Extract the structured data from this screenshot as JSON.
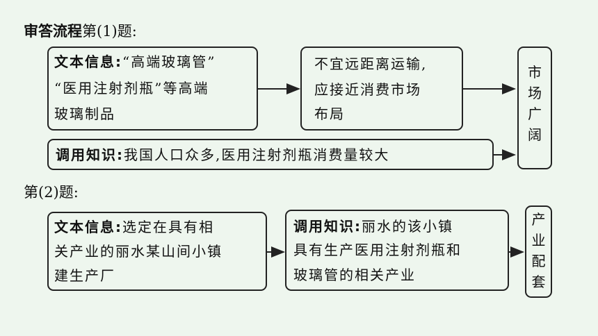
{
  "heading1": {
    "bold": "审答流程",
    "rest": "第(1)题:"
  },
  "heading2": "第(2)题:",
  "q1": {
    "box_a": {
      "label": "文本信息:",
      "line1": "“高端玻璃管”",
      "line2": "“医用注射剂瓶”等高端",
      "line3": "玻璃制品"
    },
    "box_b": {
      "line1": "不宜远距离运输,",
      "line2": "应接近消费市场",
      "line3": "布局"
    },
    "box_c": {
      "label": "调用知识:",
      "text": "我国人口众多,医用注射剂瓶消费量较大"
    },
    "result": [
      "市",
      "场",
      "广",
      "阔"
    ]
  },
  "q2": {
    "box_a": {
      "label": "文本信息:",
      "line1": "选定在具有相",
      "line2": "关产业的丽水某山间小镇",
      "line3": "建生产厂"
    },
    "box_b": {
      "label": "调用知识:",
      "line1": "丽水的该小镇",
      "line2": "具有生产医用注射剂瓶和",
      "line3": "玻璃管的相关产业"
    },
    "result": [
      "产",
      "业",
      "配",
      "套"
    ]
  }
}
